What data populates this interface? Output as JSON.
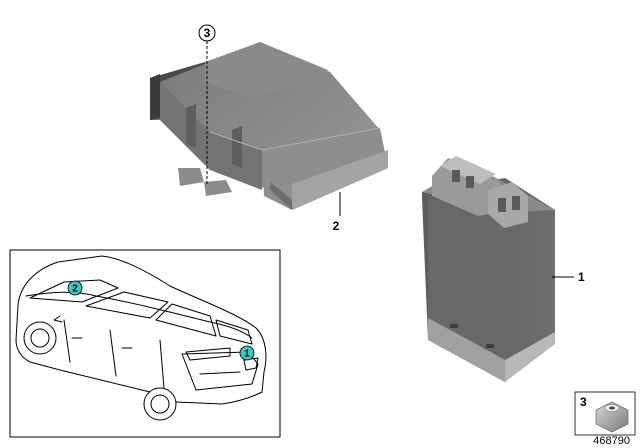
{
  "parts": [
    {
      "ref": "1"
    },
    {
      "ref": "2"
    },
    {
      "ref": "3"
    }
  ],
  "callouts": {
    "part_1": "1",
    "part_2": "2",
    "part_3_top": "3",
    "part_3_legend": "3"
  },
  "vehicle_view": {
    "location_markers": [
      "1",
      "2"
    ],
    "marker_color": "#3cc6c0"
  },
  "diagram_id": "468790"
}
